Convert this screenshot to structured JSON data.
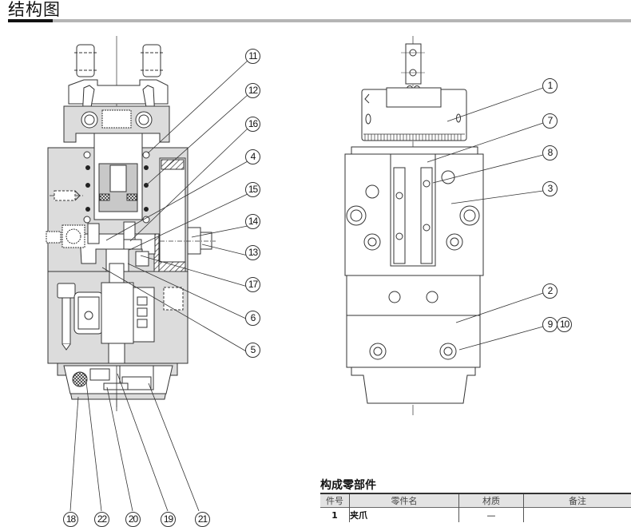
{
  "header": {
    "title": "结构图"
  },
  "colors": {
    "body_fill": "#dcdcdc",
    "line": "#333333",
    "accent": "#111111",
    "rule": "#b5b5b5"
  },
  "section_view": {
    "callouts_right": [
      "11",
      "12",
      "16",
      "4",
      "15",
      "14",
      "13",
      "17",
      "6",
      "5"
    ],
    "callouts_bottom": [
      "18",
      "22",
      "20",
      "19",
      "21"
    ]
  },
  "front_view": {
    "callouts": [
      "1",
      "7",
      "8",
      "3",
      "2",
      "9",
      "10"
    ]
  },
  "parts_table": {
    "title": "构成零部件",
    "columns": [
      "件号",
      "零件名",
      "材质",
      "备注"
    ],
    "rows": [
      {
        "no": "1",
        "name": "夹爪",
        "material": "—",
        "note": ""
      }
    ]
  }
}
